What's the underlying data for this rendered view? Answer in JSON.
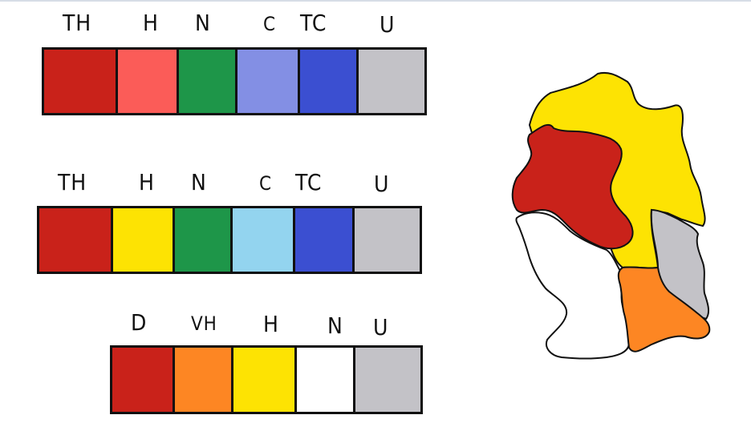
{
  "legends": [
    {
      "labels": [
        "TH",
        "H",
        "N",
        "C",
        "TC",
        "U"
      ],
      "colors": [
        "#c9221a",
        "#fb5c58",
        "#1e9649",
        "#838fe4",
        "#3b4fd1",
        "#c3c2c7"
      ]
    },
    {
      "labels": [
        "TH",
        "H",
        "N",
        "C",
        "TC",
        "U"
      ],
      "colors": [
        "#c9221a",
        "#fde303",
        "#1e9649",
        "#93d4ef",
        "#3b4fd1",
        "#c3c2c7"
      ]
    },
    {
      "labels": [
        "D",
        "VH",
        "H",
        "N",
        "U"
      ],
      "colors": [
        "#c9221a",
        "#fd8623",
        "#fde303",
        "#ffffff",
        "#c3c2c7"
      ]
    }
  ],
  "map": {
    "region_colors": {
      "yellow": "#fde303",
      "red": "#c9221a",
      "white": "#ffffff",
      "gray": "#c3c2c7",
      "orange": "#fd8623"
    }
  }
}
